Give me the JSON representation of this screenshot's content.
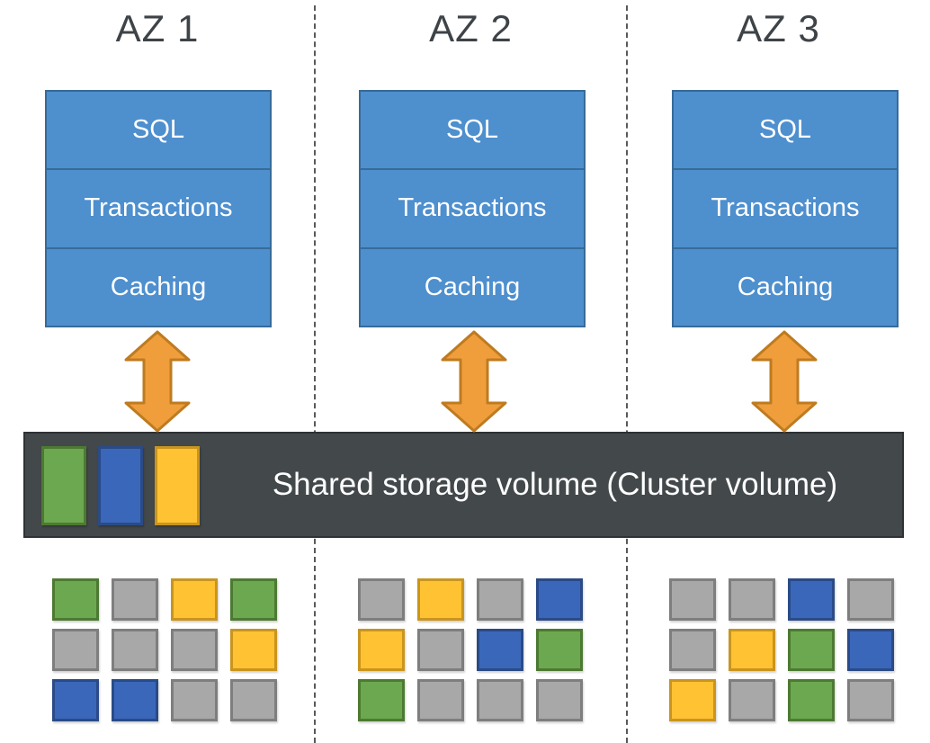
{
  "colors": {
    "box-blue": "#4E8FCE",
    "box-blue-border": "#376B99",
    "band-bg": "#43484B",
    "band-border": "#2E3234",
    "arrow-fill": "#F09E3C",
    "arrow-border": "#BE7B20",
    "label-dark": "#3E4347",
    "divider": "#595959",
    "green": "#6CA84F",
    "green-border": "#4D7A32",
    "blue": "#3A67B9",
    "blue-border": "#2A4B87",
    "yellow": "#FFC233",
    "yellow-border": "#C9951F",
    "gray": "#A8A8A8",
    "gray-border": "#7E7E7E"
  },
  "zones": [
    {
      "label": "AZ 1",
      "stack": [
        "SQL",
        "Transactions",
        "Caching"
      ],
      "grid": [
        [
          "green",
          "gray",
          "yellow",
          "green"
        ],
        [
          "gray",
          "gray",
          "gray",
          "yellow"
        ],
        [
          "blue",
          "blue",
          "gray",
          "gray"
        ]
      ]
    },
    {
      "label": "AZ 2",
      "stack": [
        "SQL",
        "Transactions",
        "Caching"
      ],
      "grid": [
        [
          "gray",
          "yellow",
          "gray",
          "blue"
        ],
        [
          "yellow",
          "gray",
          "blue",
          "green"
        ],
        [
          "green",
          "gray",
          "gray",
          "gray"
        ]
      ]
    },
    {
      "label": "AZ 3",
      "stack": [
        "SQL",
        "Transactions",
        "Caching"
      ],
      "grid": [
        [
          "gray",
          "gray",
          "blue",
          "gray"
        ],
        [
          "gray",
          "yellow",
          "green",
          "blue"
        ],
        [
          "yellow",
          "gray",
          "green",
          "gray"
        ]
      ]
    }
  ],
  "storage": {
    "label": "Shared storage volume (Cluster volume)",
    "segments": [
      "green",
      "blue",
      "yellow"
    ]
  }
}
